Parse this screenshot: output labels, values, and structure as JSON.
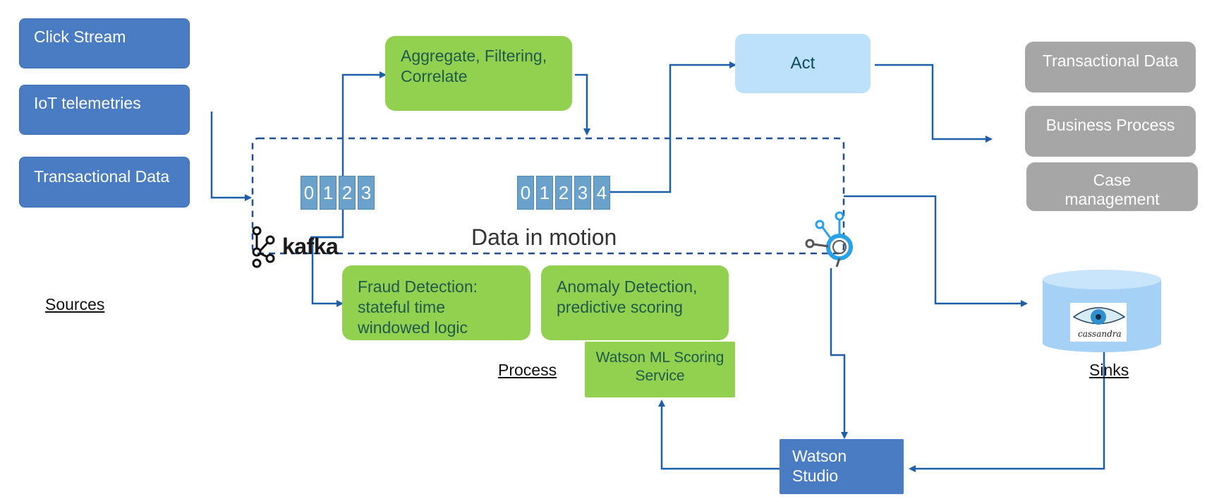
{
  "sources": {
    "items": [
      "Click Stream",
      "IoT telemetries",
      "Transactional Data"
    ],
    "label": "Sources"
  },
  "process": {
    "aggregate": "Aggregate, Filtering, Correlate",
    "fraud": "Fraud Detection: stateful time windowed logic",
    "anomaly": "Anomaly Detection, predictive scoring",
    "wml": "Watson  ML Scoring Service",
    "label": "Process"
  },
  "act": "Act",
  "sinks": {
    "items": [
      "Transactional Data",
      "Business Process",
      "Case management"
    ],
    "label": "Sinks",
    "cassandra_logo": "cassandra"
  },
  "topics": {
    "first": [
      "0",
      "1",
      "2",
      "3"
    ],
    "second": [
      "0",
      "1",
      "2",
      "3",
      "4"
    ]
  },
  "motion_label": "Data in motion",
  "kafka_logo": "kafka",
  "watson_studio": "Watson Studio",
  "colors": {
    "source_blue": "#4a7cc3",
    "process_green": "#92d050",
    "sink_grey": "#a6a6a6",
    "act_blue": "#bde1fb",
    "arrow_blue": "#1f5fa8"
  }
}
